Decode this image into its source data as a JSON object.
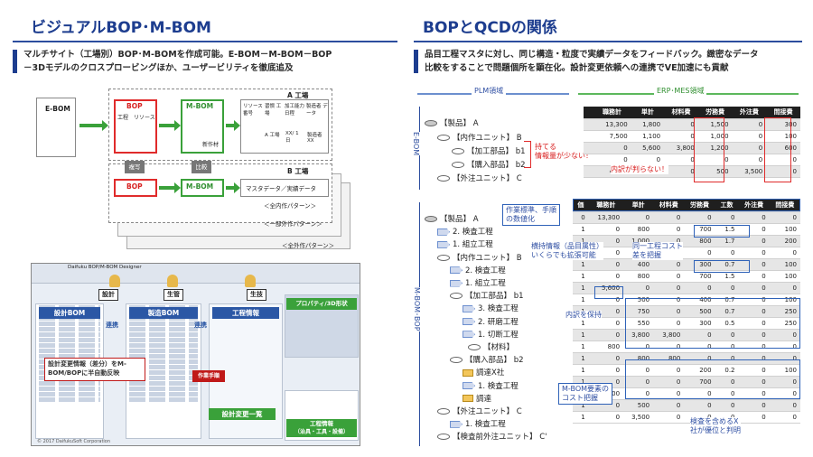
{
  "left": {
    "title": "ビジュアルBOP･M-BOM",
    "desc": [
      "マルチサイト（工場別）BOP･M-BOMを作成可能。E-BOM－M-BOM－BOP",
      "－3Dモデルのクロスプロービングほか、ユーザービリティを徹底追及"
    ],
    "diagram": {
      "ebom": "E-BOM",
      "factory_a": "A 工場",
      "factory_b": "B 工場",
      "bop": "BOP",
      "mbom": "M-BOM",
      "bop_sub": [
        "工程",
        "リソース"
      ],
      "mbom_sub": "新作材",
      "resource_head": [
        "リソース 番号",
        "習慣 工場",
        "加工能力 日程",
        "製造者 データ"
      ],
      "resource_row": [
        "A 工場",
        "XX/ 1日",
        "製造者 XX"
      ],
      "copy": "複写",
      "compare": "比較",
      "master": "マスタデータ／実績データ",
      "pattern_all": "＜全内作パターン＞",
      "pattern_part": "＜一部外作パターン＞",
      "pattern_out": "＜全外作パターン＞"
    },
    "screenshot": {
      "window_title": "Daifuku BOP/M-BOM Designer",
      "design": "設計",
      "production": "生管",
      "tech": "生技",
      "bom_design": "設計BOM",
      "bom_mfg": "製造BOM",
      "process_info": "工程情報",
      "link1": "連携",
      "link2": "連携",
      "prop3d": "プロパティ/3D形状",
      "change_note": [
        "設計変更情報（差分）をM-",
        "BOM/BOPに半自動反映"
      ],
      "change_list": "設計変更一覧",
      "process_detail": [
        "工程情報",
        "（治具・工具・設備）"
      ],
      "sheet_tag": "作業手順",
      "footer": "© 2017 DaifukuSoft Corporation"
    }
  },
  "right": {
    "title": "BOPとQCDの関係",
    "desc": [
      "品目工程マスタに対し、同じ構造・粒度で実績データをフィードバック。緻密なデータ",
      "比較をすることで問題個所を顕在化。設計変更依頼への連携でVE加速にも貢献"
    ],
    "plm": "PLM領域",
    "erp": "ERP･MES領域",
    "ebom_v": "E-BOM",
    "mbom_bop_v": "M-BOM･BOP",
    "ebom_tree": [
      "【製品】 A",
      "【内作ユニット】 B",
      "【加工部品】 b1",
      "【購入部品】 b2",
      "【外注ユニット】 C"
    ],
    "mbom_tree": [
      "【製品】 A",
      "2. 検査工程",
      "1. 組立工程",
      "【内作ユニット】 B",
      "2. 検査工程",
      "1. 組立工程",
      "【加工部品】 b1",
      "3. 検査工程",
      "2. 研磨工程",
      "1. 切断工程",
      "【材料】",
      "【購入部品】 b2",
      "調達X社",
      "1. 検査工程",
      "調達",
      "【外注ユニット】 C",
      "1. 検査工程",
      "【検査前外注ユニット】 C'"
    ],
    "table1": {
      "head": [
        "",
        "職務計",
        "単計",
        "材料費",
        "労務費",
        "外注費",
        "間接費"
      ],
      "rows": [
        [
          "",
          "13,300",
          "1,800",
          "0",
          "1,500",
          "0",
          "300"
        ],
        [
          "",
          "7,500",
          "1,100",
          "0",
          "1,000",
          "0",
          "100"
        ],
        [
          "",
          "0",
          "5,600",
          "3,800",
          "1,200",
          "0",
          "600"
        ],
        [
          "",
          "0",
          "0",
          "0",
          "0",
          "0",
          "0"
        ],
        [
          "",
          "4,000",
          "4,000",
          "0",
          "500",
          "3,500",
          "0"
        ]
      ]
    },
    "table2": {
      "head": [
        "価",
        "職務計",
        "単計",
        "材料費",
        "労務費",
        "工数",
        "外注費",
        "間接費"
      ],
      "rows": [
        [
          "0",
          "13,300",
          "0",
          "0",
          "0",
          "0",
          "0",
          "0"
        ],
        [
          "1",
          "0",
          "800",
          "0",
          "700",
          "1.5",
          "0",
          "100"
        ],
        [
          "1",
          "0",
          "1,000",
          "0",
          "800",
          "1.7",
          "0",
          "200"
        ],
        [
          "1",
          "0",
          "0",
          "0",
          "0",
          "0",
          "0",
          "0"
        ],
        [
          "1",
          "0",
          "400",
          "0",
          "300",
          "0.7",
          "0",
          "100"
        ],
        [
          "1",
          "0",
          "800",
          "0",
          "700",
          "1.5",
          "0",
          "100"
        ],
        [
          "1",
          "5,600",
          "0",
          "0",
          "0",
          "0",
          "0",
          "0"
        ],
        [
          "1",
          "0",
          "500",
          "0",
          "400",
          "0.7",
          "0",
          "100"
        ],
        [
          "1",
          "0",
          "750",
          "0",
          "500",
          "0.7",
          "0",
          "250"
        ],
        [
          "1",
          "0",
          "550",
          "0",
          "300",
          "0.5",
          "0",
          "250"
        ],
        [
          "1",
          "0",
          "3,800",
          "3,800",
          "0",
          "0",
          "0",
          "0"
        ],
        [
          "1",
          "800",
          "0",
          "0",
          "0",
          "0",
          "0",
          "0"
        ],
        [
          "1",
          "0",
          "800",
          "800",
          "0",
          "0",
          "0",
          "0"
        ],
        [
          "1",
          "0",
          "0",
          "0",
          "200",
          "0.2",
          "0",
          "100"
        ],
        [
          "1",
          "0",
          "0",
          "0",
          "700",
          "0",
          "0",
          "0"
        ],
        [
          "1",
          "4,000",
          "0",
          "0",
          "0",
          "0",
          "0",
          "0"
        ],
        [
          "1",
          "0",
          "500",
          "0",
          "0",
          "0",
          "0",
          "0"
        ],
        [
          "1",
          "0",
          "3,500",
          "0",
          "0",
          "0",
          "0",
          "0"
        ]
      ]
    },
    "notes": {
      "little_info": [
        "持てる",
        "情報量が少ない！"
      ],
      "no_breakdown": "内訳が判らない！",
      "std_work": [
        "作業標準、手順",
        "の数値化"
      ],
      "horizontal": [
        "横持情報（品目属性）",
        "いくらでも拡張可能"
      ],
      "same_cost": [
        "同一工程コスト",
        "差を把握"
      ],
      "keep_breakdown": "内訳を保持",
      "mbom_cost": [
        "M-BOM要素の",
        "コスト把握"
      ],
      "inspect": [
        "検査を含めるX",
        "社が優位と判明"
      ]
    },
    "colors": {
      "accent": "#1d3d8f",
      "red": "#e02b2b",
      "green": "#3aa13a",
      "blue": "#2f62b8"
    }
  }
}
